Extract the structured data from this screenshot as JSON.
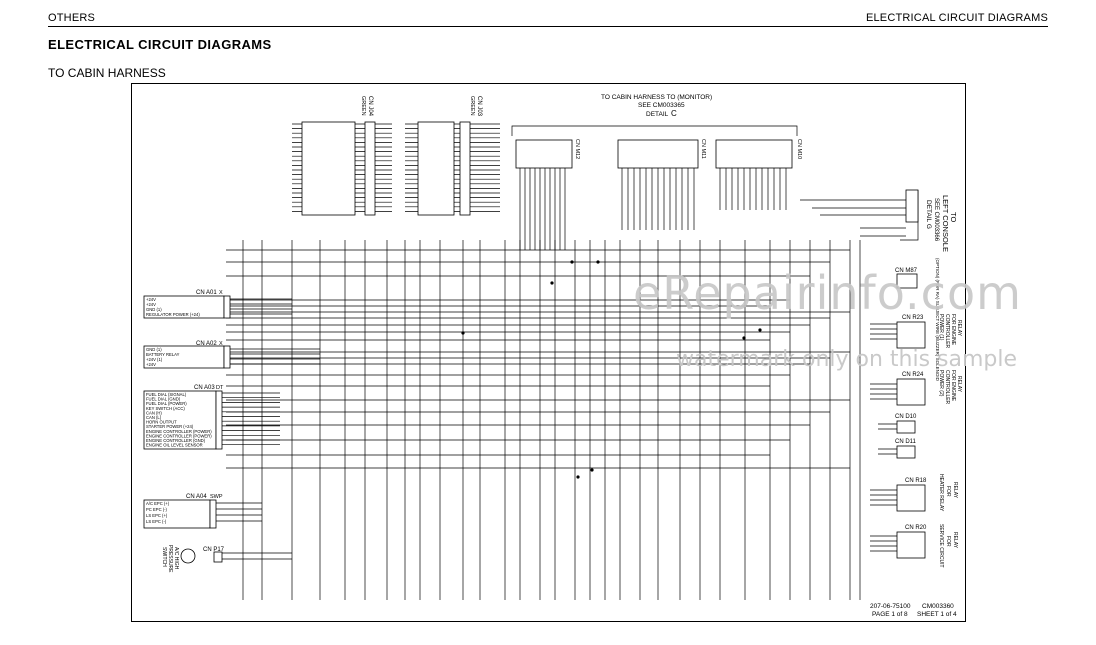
{
  "header": {
    "left": "OTHERS",
    "right": "ELECTRICAL CIRCUIT DIAGRAMS"
  },
  "page_title": "ELECTRICAL CIRCUIT DIAGRAMS",
  "section_title": "TO CABIN HARNESS",
  "connectors": {
    "cn_j04": "CN J04",
    "cn_j04_color": "GREEN",
    "cn_j03": "CN J03",
    "cn_j03_color": "GREEN",
    "monitor_title": "TO CABIN HARNESS TO (MONITOR)",
    "monitor_see": "SEE CM003365",
    "monitor_detail": "DETAIL",
    "monitor_detail_letter": "C",
    "cn_m12": "CN M12",
    "cn_m11": "CN M11",
    "cn_m10": "CN M10",
    "tag_s": "S",
    "left_console_1": "TO",
    "left_console_2": "LEFT CONSOLE",
    "left_console_3": "SEE CM003366",
    "left_console_4": "DETAIL G",
    "cn_a01": "CN A01",
    "cn_a02": "CN A02",
    "cn_a03": "CN A03",
    "cn_a04": "CN A04",
    "cn_p17": "CN P17",
    "tag_x": "X",
    "tag_dt": "DT",
    "tag_swp": "SWP",
    "cn_m87": "CN M87",
    "cn_r23": "CN R23",
    "cn_r24": "CN R24",
    "cn_d10": "CN D10",
    "cn_d11": "CN D11",
    "cn_r18": "CN R18",
    "cn_r20": "CN R20",
    "tag_box": "X"
  },
  "side_labels": {
    "m87": "(OPTION) (FOR RA) SUBJECT WIRE (BUZZER) SOLENOID",
    "r23_1": "RELAY",
    "r23_2": "FOR ENGINE",
    "r23_3": "CONTROLLER",
    "r23_4": "POWER (1)",
    "r24_1": "RELAY",
    "r24_2": "FOR ENGINE",
    "r24_3": "CONTROLLER",
    "r24_4": "POWER (2)",
    "r18_1": "RELAY",
    "r18_2": "FOR",
    "r18_3": "HEATER RELAY",
    "r20_1": "RELAY",
    "r20_2": "FOR",
    "r20_3": "SERVICE CIRCUIT",
    "p17_1": "A/C HIGH",
    "p17_2": "PRESSURE",
    "p17_3": "SWITCH"
  },
  "a01_rows": [
    "+24V",
    "+24V",
    "GND (1)",
    "REGULATOR POWER (+24)"
  ],
  "a02_rows": [
    "GND (1)",
    "BATTERY RELAY",
    "+24V (1)",
    "+24V"
  ],
  "a03_rows": [
    "FUEL DIAL (SIGNAL)",
    "FUEL DIAL (GND)",
    "FUEL DIAL (POWER)",
    "KEY SWITCH (ACC)",
    "CAN (H)",
    "CAN (L)",
    "HORN OUTPUT",
    "STARTER POWER (+24)",
    "ENGINE CONTROLLER (POWER)",
    "ENGINE CONTROLLER (POWER)",
    "ENGINE CONTROLLER (GND)",
    "ENGINE OIL LEVEL SENSOR"
  ],
  "a04_rows": [
    "A/C EPC (+)",
    "PC EPC (-)",
    "LS EPC (+)",
    "LS EPC (-)"
  ],
  "footer": {
    "part_no": "207-06-75100",
    "cm": "CM003360",
    "page": "PAGE 1 of 8",
    "sheet": "SHEET 1 of 4"
  },
  "watermark": {
    "big": "eRepairinfo.com",
    "small": "watermark only on this sample"
  }
}
